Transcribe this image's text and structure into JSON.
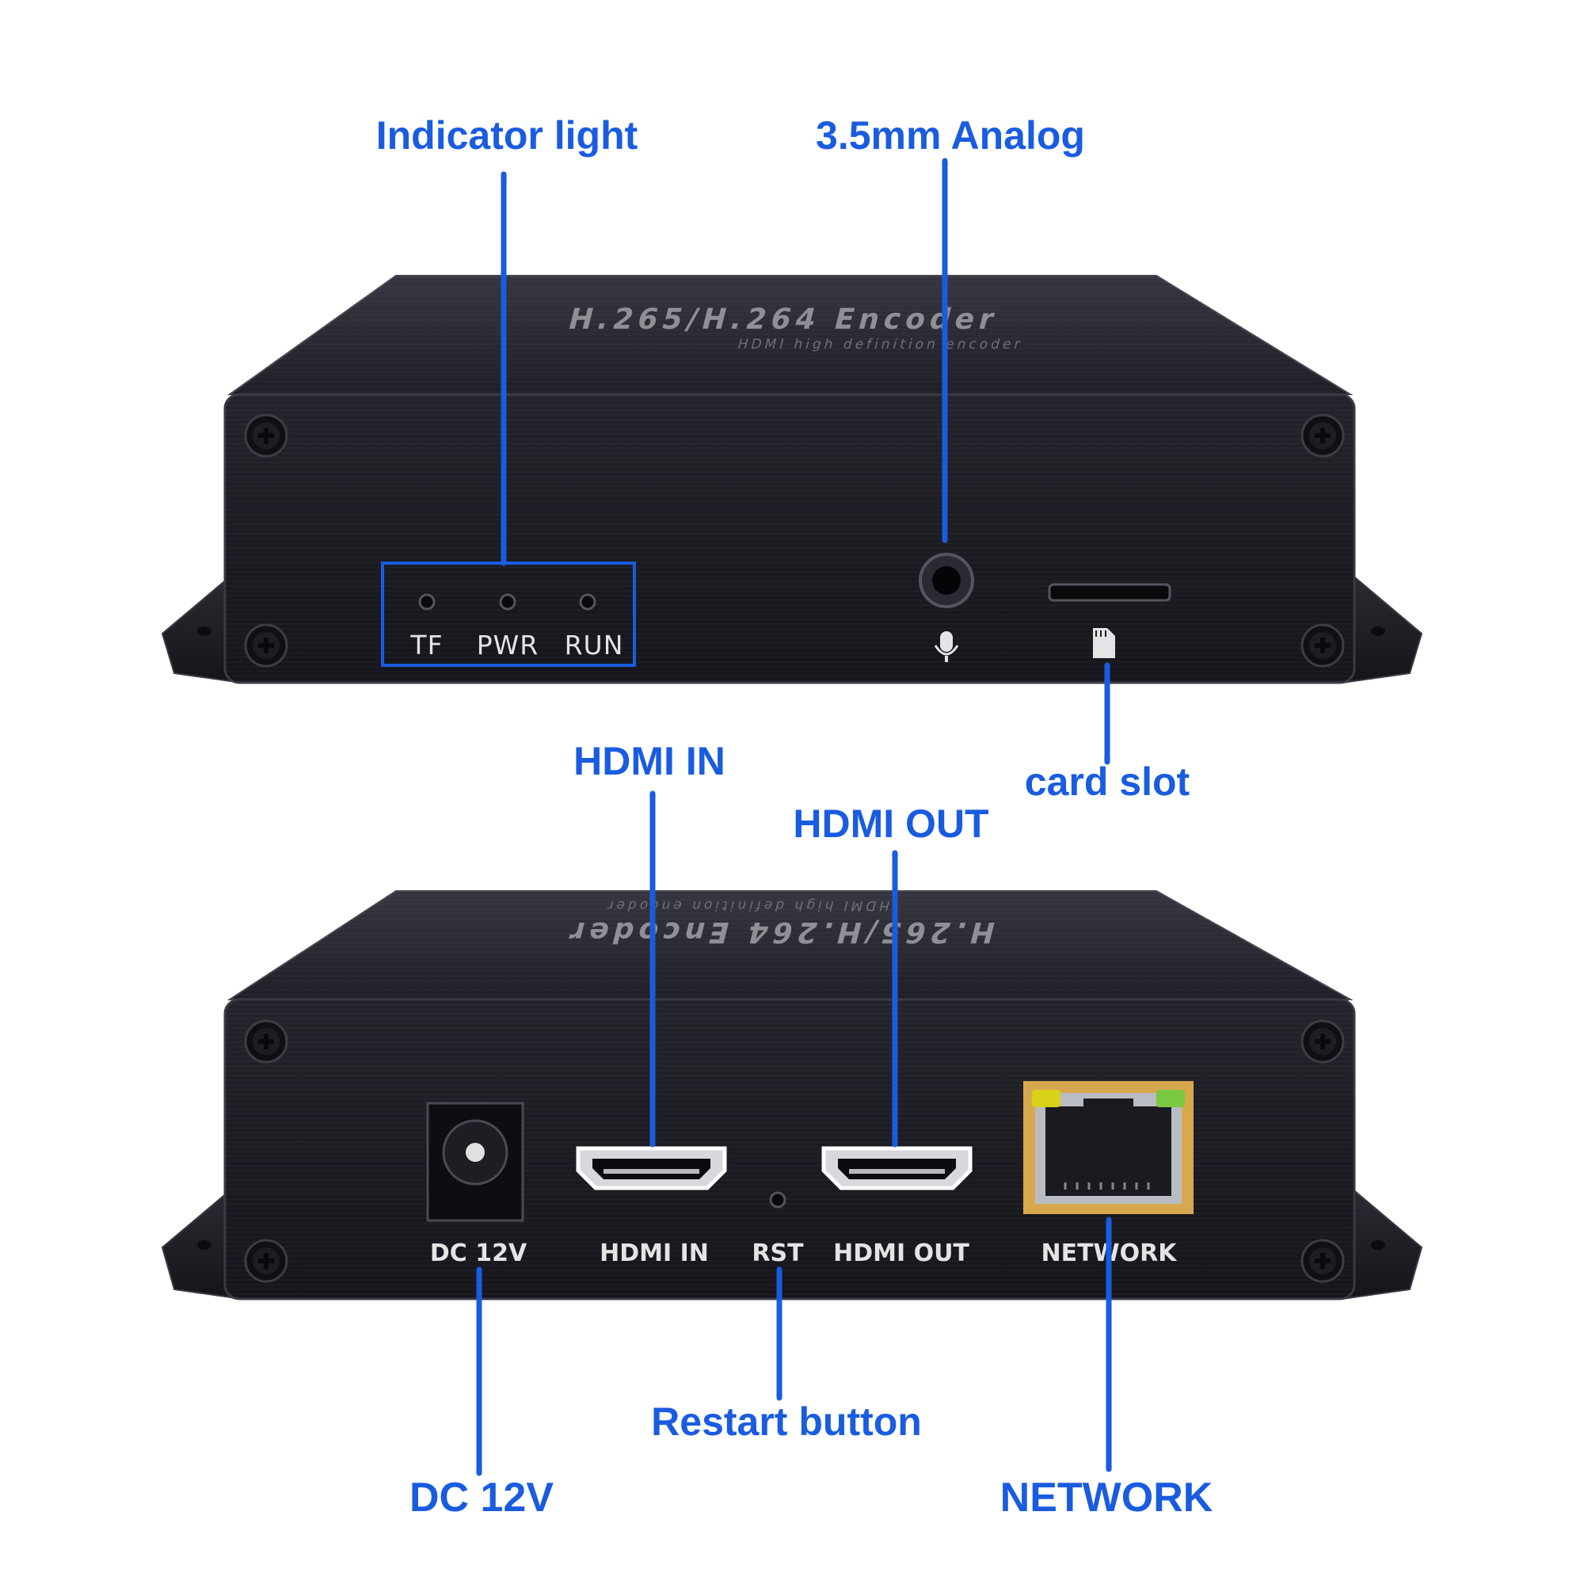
{
  "callouts": {
    "indicator_light": "Indicator light",
    "analog": "3.5mm Analog",
    "card_slot": "card slot",
    "hdmi_in": "HDMI IN",
    "hdmi_out": "HDMI OUT",
    "restart_button": "Restart button",
    "dc_12v": "DC 12V",
    "network": "NETWORK"
  },
  "front_panel": {
    "led_tf": "TF",
    "led_pwr": "PWR",
    "led_run": "RUN"
  },
  "rear_panel": {
    "dc": "DC 12V",
    "hdmi_in": "HDMI IN",
    "rst": "RST",
    "hdmi_out": "HDMI OUT",
    "network": "NETWORK"
  },
  "colors": {
    "callout": "#1a5ce0",
    "box_top": "#2a2a32",
    "box_face": "#1b1b22",
    "ethernet_frame": "#d8a84e",
    "led_yellow": "#d9d21a",
    "led_green": "#7ac943"
  }
}
